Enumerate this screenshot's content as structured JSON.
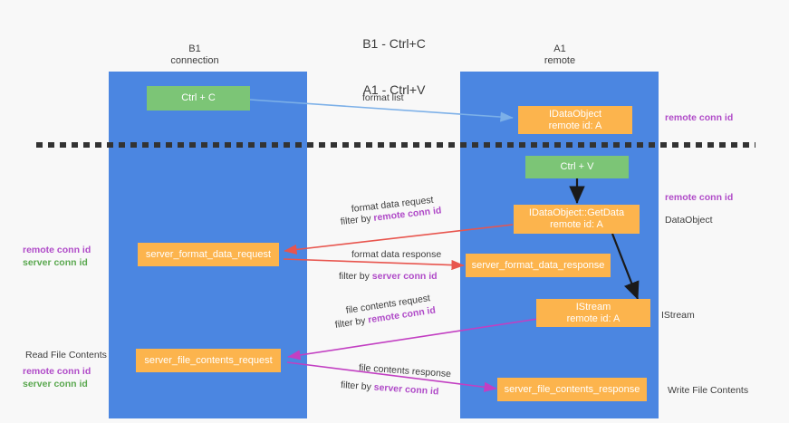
{
  "diagram": {
    "title_line1": "B1 - Ctrl+C",
    "title_line2": "A1 - Ctrl+V",
    "columns": [
      {
        "id": "b1",
        "name_line1": "B1",
        "name_line2": "connection"
      },
      {
        "id": "a1",
        "name_line1": "A1",
        "name_line2": "remote"
      }
    ],
    "colors": {
      "lane": "#4b86e1",
      "green_box": "#7cc576",
      "orange_box": "#fcb44d",
      "purple_text": "#b04bc8",
      "green_text": "#5aa84f",
      "blue_arrow": "#7cb0e8",
      "black_arrow": "#1a1a1a",
      "red_arrow": "#e8554e",
      "magenta_arrow": "#c23fc2",
      "background": "#f8f8f8"
    },
    "boxes": [
      {
        "id": "ctrl-c",
        "style": "green",
        "line1": "Ctrl + C",
        "line2": ""
      },
      {
        "id": "idataobject-remote",
        "style": "orange",
        "line1": "IDataObject",
        "line2": "remote id: A"
      },
      {
        "id": "ctrl-v",
        "style": "green",
        "line1": "Ctrl + V",
        "line2": ""
      },
      {
        "id": "idataobject-getdata",
        "style": "orange",
        "line1": "IDataObject::GetData",
        "line2": "remote id: A"
      },
      {
        "id": "server-format-data-request",
        "style": "orange",
        "line1": "server_format_data_request",
        "line2": ""
      },
      {
        "id": "server-format-data-response",
        "style": "orange",
        "line1": "server_format_data_response",
        "line2": ""
      },
      {
        "id": "istream-remote",
        "style": "orange",
        "line1": "IStream",
        "line2": "remote id: A"
      },
      {
        "id": "server-file-contents-request",
        "style": "orange",
        "line1": "server_file_contents_request",
        "line2": ""
      },
      {
        "id": "server-file-contents-response",
        "style": "orange",
        "line1": "server_file_contents_response",
        "line2": ""
      }
    ],
    "edge_labels": {
      "format_list": "format list",
      "format_data_request": "format data request",
      "format_data_request_filter_prefix": "filter by ",
      "format_data_request_filter_id": "remote conn id",
      "format_data_response": "format data response",
      "format_data_response_filter_prefix": "filter by ",
      "format_data_response_filter_id": "server conn id",
      "file_contents_request": "file contents request",
      "file_contents_request_filter_prefix": "filter by ",
      "file_contents_request_filter_id": "remote conn id",
      "file_contents_response": "file contents response",
      "file_contents_response_filter_prefix": "filter by ",
      "file_contents_response_filter_id": "server conn id"
    },
    "right_labels": {
      "remote_conn_id_top": "remote conn id",
      "remote_conn_id_mid": "remote conn id",
      "dataobject": "DataObject",
      "istream": "IStream",
      "write_file_contents": "Write File Contents"
    },
    "left_labels": {
      "remote_conn_id_mid": "remote conn id",
      "server_conn_id_mid": "server conn id",
      "read_file_contents": "Read File Contents",
      "remote_conn_id_bottom": "remote conn id",
      "server_conn_id_bottom": "server conn id"
    }
  }
}
